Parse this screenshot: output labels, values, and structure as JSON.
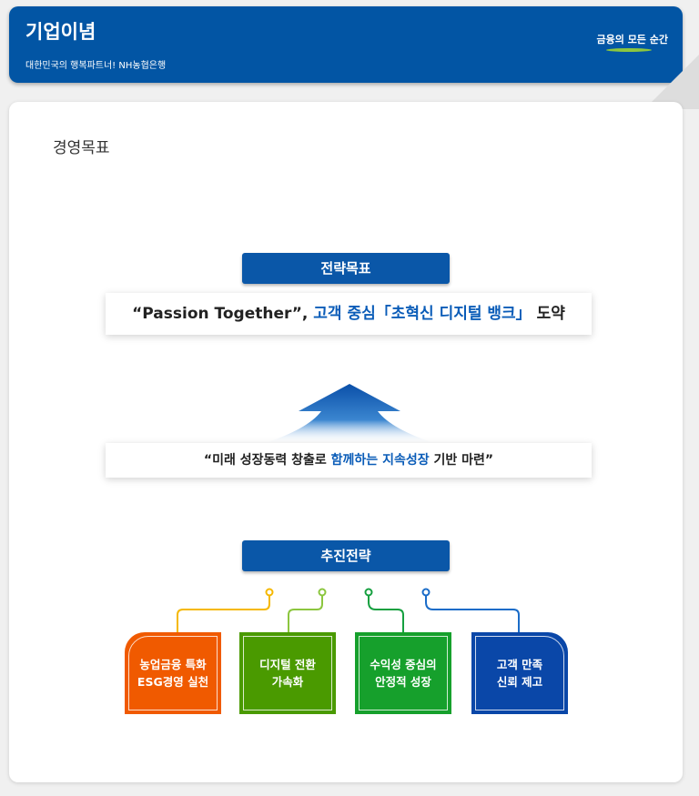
{
  "header": {
    "title": "기업이념",
    "subtitle": "대한민국의 행복파트너! NH농협은행",
    "logo_text": "금융의 모든 순간"
  },
  "section_title": "경영목표",
  "strategic_goal": {
    "label": "전략목표",
    "quote_open": "“Passion Together”, ",
    "quote_highlight": "고객 중심「초혁신 디지털 뱅크」",
    "quote_close": " 도약"
  },
  "vision": {
    "text_open": "“미래 성장동력 창출로 ",
    "highlight": "함께하는 지속성장",
    "text_close": " 기반 마련”"
  },
  "strategies": {
    "label": "추진전략",
    "items": [
      {
        "line1": "농업금융 특화",
        "line2": "ESG경영 실천",
        "color": "#f05a00"
      },
      {
        "line1": "디지털 전환",
        "line2": "가속화",
        "color": "#4a9a00"
      },
      {
        "line1": "수익성 중심의",
        "line2": "안정적 성장",
        "color": "#16a02c"
      },
      {
        "line1": "고객 만족",
        "line2": "신뢰 제고",
        "color": "#0a47a8"
      }
    ]
  }
}
